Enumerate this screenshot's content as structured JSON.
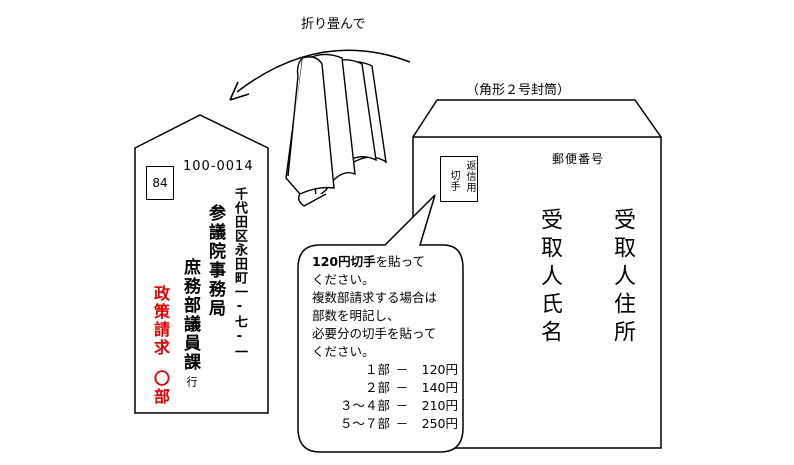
{
  "fold_label": "折り畳んで",
  "envelope_label": "（角形２号封筒）",
  "return_envelope": {
    "box_number": "84",
    "postal_code": "100-0014",
    "address": "千代田区永田町一-七-一",
    "org_line1": "参議院事務局",
    "org_line2": "庶務部議員課",
    "suffix": "行",
    "request": "政策請求",
    "request_count": "〇部"
  },
  "outer_envelope": {
    "stamp_text_1": "返信用",
    "stamp_text_2": "切手",
    "postal_code_label": "郵便番号",
    "recipient_address": "受取人住所",
    "recipient_name": "受取人氏名"
  },
  "callout": {
    "line1_bold": "120円切手",
    "line1_rest": "を貼って",
    "line2": "ください。",
    "line3": "複数部請求する場合は",
    "line4": "部数を明記し、",
    "line5": "必要分の切手を貼って",
    "line6": "ください。",
    "rows": [
      {
        "qty": "１部",
        "dash": "－",
        "price": "120円"
      },
      {
        "qty": "２部",
        "dash": "－",
        "price": "140円"
      },
      {
        "qty": "３～４部",
        "dash": "－",
        "price": "210円"
      },
      {
        "qty": "５～７部",
        "dash": "－",
        "price": "250円"
      }
    ]
  }
}
